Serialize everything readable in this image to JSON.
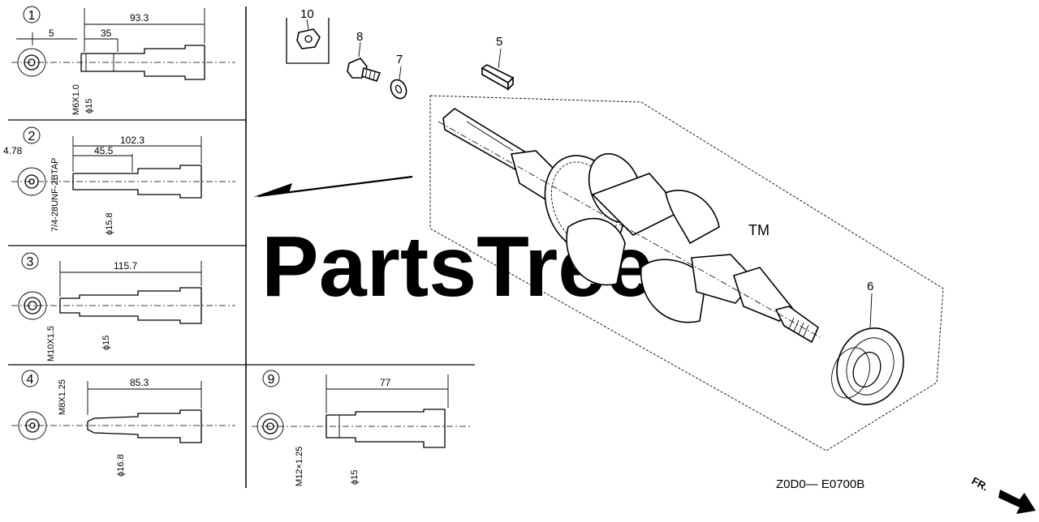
{
  "watermark": {
    "text": "PartsTree",
    "trademark": "TM"
  },
  "diagram_code": "Z0D0— E0700B",
  "direction_label": "FR.",
  "panels": [
    {
      "id": "1",
      "badge": "1",
      "dim_total": "93.3",
      "dim_mid": "35",
      "dim_small": "5",
      "thread": "M6X1.0",
      "diameter": "ϕ15"
    },
    {
      "id": "2",
      "badge": "2",
      "dim_total": "102.3",
      "dim_mid": "45.5",
      "dim_small": "4.78",
      "thread": "7/4-28UNF-2BTAP",
      "diameter": "ϕ15.8"
    },
    {
      "id": "3",
      "badge": "3",
      "dim_total": "115.7",
      "thread": "M10X1.5",
      "diameter": "ϕ15"
    },
    {
      "id": "4",
      "badge": "4",
      "dim_total": "85.3",
      "thread": "M8X1.25",
      "diameter": "ϕ16.8"
    },
    {
      "id": "9",
      "badge": "9",
      "dim_total": "77",
      "thread": "M12×1.25",
      "diameter": "ϕ15"
    }
  ],
  "callouts": [
    {
      "id": "10",
      "label": "10"
    },
    {
      "id": "8",
      "label": "8"
    },
    {
      "id": "7",
      "label": "7"
    },
    {
      "id": "5",
      "label": "5"
    },
    {
      "id": "6",
      "label": "6"
    }
  ]
}
